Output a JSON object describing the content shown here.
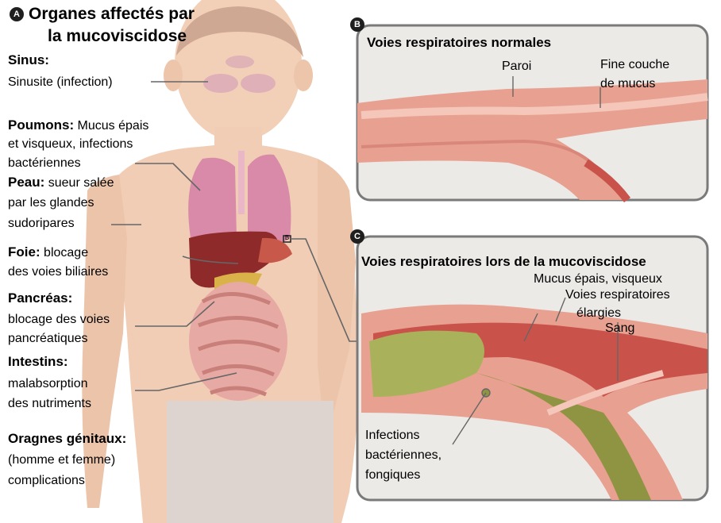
{
  "panel_a": {
    "badge": "A",
    "title_line1": "Organes affectés par",
    "title_line2": "la mucoviscidose",
    "labels": [
      {
        "heading": "Sinus:",
        "lines": [
          "Sinusite (infection)"
        ]
      },
      {
        "heading": "Poumons:",
        "heading_suffix": " Mucus épais",
        "lines": [
          "et visqueux, infections",
          "bactériennes"
        ]
      },
      {
        "heading": "Peau:",
        "heading_suffix": " sueur salée",
        "lines": [
          "par les glandes",
          "sudoripares"
        ]
      },
      {
        "heading": "Foie:",
        "heading_suffix": " blocage",
        "lines": [
          "des voies biliaires"
        ]
      },
      {
        "heading": "Pancréas:",
        "lines": [
          "blocage des voies",
          "pancréatiques"
        ]
      },
      {
        "heading": "Intestins:",
        "lines": [
          "malabsorption",
          "des nutriments"
        ]
      },
      {
        "heading": "Oragnes génitaux:",
        "lines": [
          "(homme et femme)",
          "complications"
        ]
      }
    ],
    "inset_marker": "B"
  },
  "panel_b": {
    "badge": "B",
    "title": "Voies respiratoires normales",
    "labels": [
      "Paroi",
      "Fine couche",
      "de mucus"
    ]
  },
  "panel_c": {
    "badge": "C",
    "title": "Voies respiratoires lors de la mucoviscidose",
    "labels": [
      "Mucus épais, visqueux",
      "Voies respiratoires",
      "élargies",
      "Sang",
      "Infections",
      "bactériennes,",
      "fongiques"
    ]
  },
  "colors": {
    "panel_border": "#7a7a7a",
    "panel_bg": "#eceae7",
    "airway_wall": "#e8a090",
    "airway_inner": "#c9524a",
    "mucus_green": "#a9b25a",
    "skin": "#f0cdb4",
    "lung": "#d98aa8",
    "liver": "#8e2a2a",
    "intestine": "#e7a9a4"
  }
}
